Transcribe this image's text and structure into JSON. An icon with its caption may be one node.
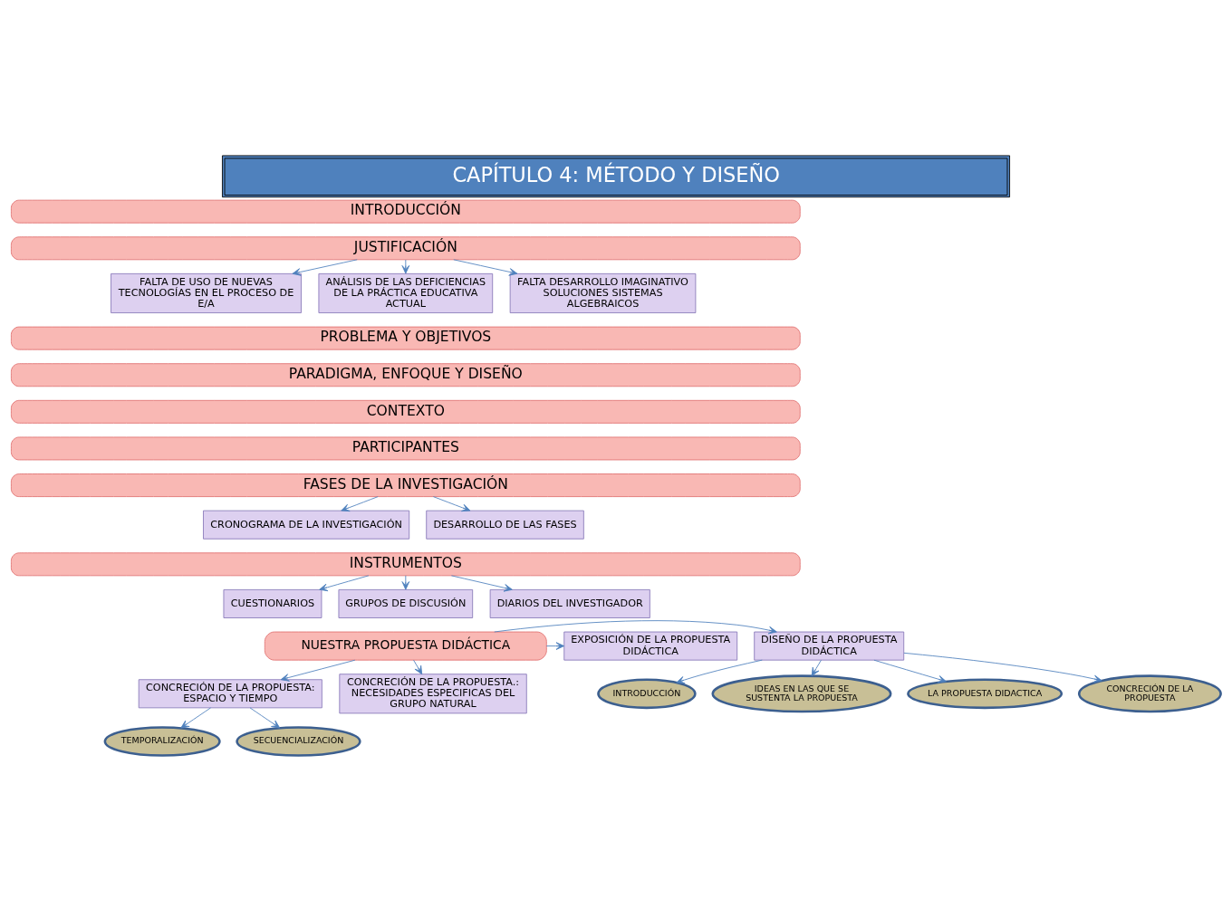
{
  "diagram": {
    "title": "CAPÍTULO 4: MÉTODO Y DISEÑO",
    "nodes": [
      {
        "text": [
          "INTRODUCCIÓN"
        ]
      },
      {
        "text": [
          "JUSTIFICACIÓN"
        ]
      },
      {
        "text": [
          "FALTA DE USO DE NUEVAS TECNOLOGÍAS EN EL PROCESO DE E/A"
        ]
      },
      {
        "text": [
          "ANÁLISIS DE LAS DEFICIENCIAS DE LA PRÁCTICA EDUCATIVA ACTUAL"
        ]
      },
      {
        "text": [
          "FALTA DESARROLLO IMAGINATIVO SOLUCIONES SISTEMAS ALGEBRAICOS"
        ]
      },
      {
        "text": [
          "PROBLEMA Y OBJETIVOS"
        ]
      },
      {
        "text": [
          "PARADIGMA, ENFOQUE Y DISEÑO"
        ]
      },
      {
        "text": [
          "CONTEXTO"
        ]
      },
      {
        "text": [
          "PARTICIPANTES"
        ]
      },
      {
        "text": [
          "FASES DE LA INVESTIGACIÓN"
        ]
      },
      {
        "text": [
          "CRONOGRAMA DE LA INVESTIGACIÓN"
        ]
      },
      {
        "text": [
          "DESARROLLO DE LAS FASES"
        ]
      },
      {
        "text": [
          "INSTRUMENTOS"
        ]
      },
      {
        "text": [
          "CUESTIONARIOS"
        ]
      },
      {
        "text": [
          "GRUPOS DE DISCUSIÓN"
        ]
      },
      {
        "text": [
          "DIARIOS DEL INVESTIGADOR"
        ]
      },
      {
        "text": [
          "DISEÑO DE LA PROPUESTA DIDÁCTICA"
        ]
      },
      {
        "text": [
          "NUESTRA PROPUESTA DIDÁCTICA"
        ]
      },
      {
        "text": [
          "EXPOSICIÓN DE LA PROPUESTA DIDÁCTICA"
        ]
      },
      {
        "text": [
          "CONCRECIÓN DE LA PROPUESTA: ESPACIO Y TIEMPO"
        ]
      },
      {
        "text": [
          "CONCRECIÓN DE LA PROPUESTA.: NECESIDADES ESPECIFICAS DEL GRUPO NATURAL"
        ]
      },
      {
        "text": [
          "INTRODUCCIÓN"
        ]
      },
      {
        "text": [
          "IDEAS EN LAS QUE SE SUSTENTA LA PROPUESTA"
        ]
      },
      {
        "text": [
          "LA PROPUESTA DIDACTICA"
        ]
      },
      {
        "text": [
          "CONCRECIÓN DE LA PROPUESTA"
        ]
      },
      {
        "text": [
          "TEMPORALIZACIÓN"
        ]
      },
      {
        "text": [
          "SECUENCIALIZACIÓN"
        ]
      }
    ],
    "edges": [
      {
        "from": 1,
        "to": 2,
        "arrow": "to"
      },
      {
        "from": 1,
        "to": 3,
        "arrow": "to"
      },
      {
        "from": 1,
        "to": 4,
        "arrow": "to"
      },
      {
        "from": 9,
        "to": 10,
        "arrow": "to"
      },
      {
        "from": 9,
        "to": 11,
        "arrow": "to"
      },
      {
        "from": 12,
        "to": 13,
        "arrow": "to"
      },
      {
        "from": 12,
        "to": 14,
        "arrow": "to"
      },
      {
        "from": 12,
        "to": 15,
        "arrow": "to"
      },
      {
        "from": 17,
        "to": 16,
        "arrow": "to"
      },
      {
        "from": 17,
        "to": 18,
        "arrow": "to"
      },
      {
        "from": 17,
        "to": 19,
        "arrow": "to"
      },
      {
        "from": 17,
        "to": 20,
        "arrow": "to"
      },
      {
        "from": 16,
        "to": 21,
        "arrow": "to"
      },
      {
        "from": 16,
        "to": 22,
        "arrow": "to"
      },
      {
        "from": 16,
        "to": 23,
        "arrow": "to"
      },
      {
        "from": 16,
        "to": 24,
        "arrow": "to"
      },
      {
        "from": 19,
        "to": 25,
        "arrow": "to"
      },
      {
        "from": 19,
        "to": 26,
        "arrow": "to"
      }
    ]
  }
}
